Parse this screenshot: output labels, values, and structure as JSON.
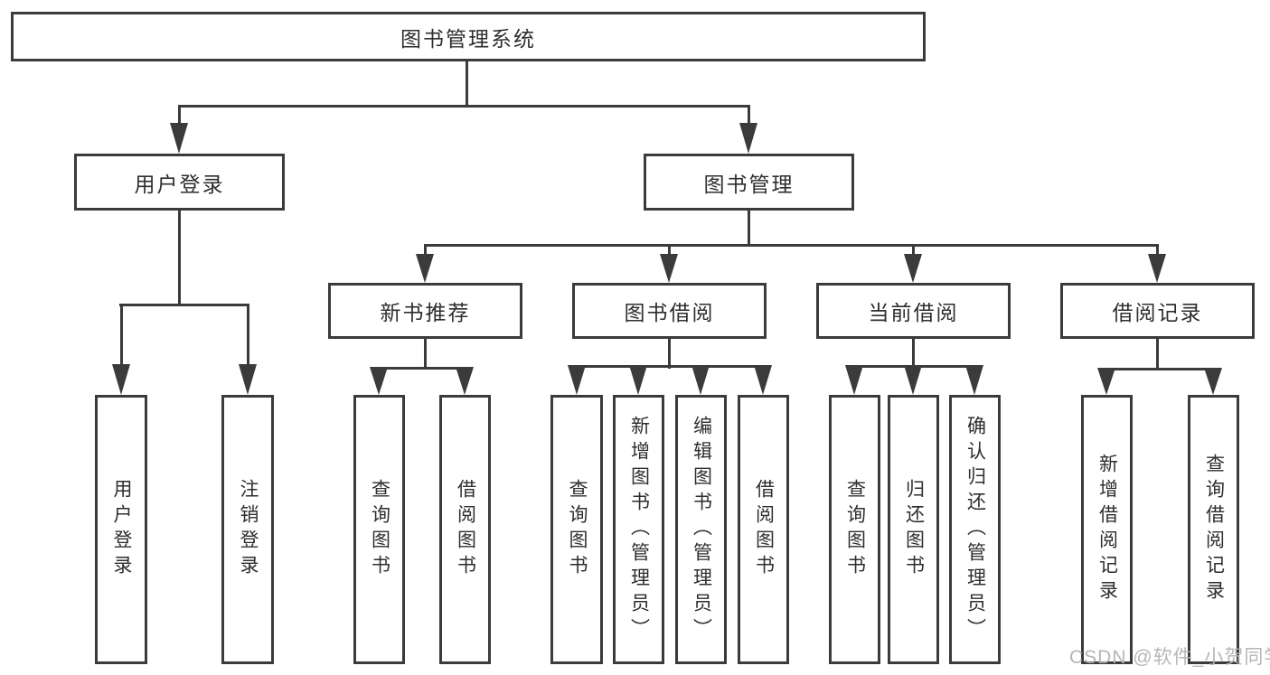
{
  "nodes": {
    "root": "图书管理系统",
    "user_login": "用户登录",
    "book_management": "图书管理",
    "new_book_recommend": "新书推荐",
    "book_borrow": "图书借阅",
    "current_borrow": "当前借阅",
    "borrow_records": "借阅记录",
    "leaf_user_login": "用户登录",
    "leaf_logout": "注销登录",
    "leaf_query_books_1": "查询图书",
    "leaf_borrow_books_1": "借阅图书",
    "leaf_query_books_2": "查询图书",
    "leaf_add_books_admin": "新增图书（管理员）",
    "leaf_edit_books_admin": "编辑图书（管理员）",
    "leaf_borrow_books_2": "借阅图书",
    "leaf_query_books_3": "查询图书",
    "leaf_return_books": "归还图书",
    "leaf_confirm_return_admin": "确认归还（管理员）",
    "leaf_add_borrow_record": "新增借阅记录",
    "leaf_query_borrow_record": "查询借阅记录"
  },
  "hierarchy": {
    "图书管理系统": {
      "用户登录": [
        "用户登录",
        "注销登录"
      ],
      "图书管理": {
        "新书推荐": [
          "查询图书",
          "借阅图书"
        ],
        "图书借阅": [
          "查询图书",
          "新增图书（管理员）",
          "编辑图书（管理员）",
          "借阅图书"
        ],
        "当前借阅": [
          "查询图书",
          "归还图书",
          "确认归还（管理员）"
        ],
        "借阅记录": [
          "新增借阅记录",
          "查询借阅记录"
        ]
      }
    }
  },
  "watermark": {
    "text": "CSDN @软件_小贺同学"
  },
  "colors": {
    "line": "#3b3b3b",
    "text": "#2e2e2e",
    "box_fill": "#ffffff",
    "background": "#ffffff",
    "watermark": "#b2b2b2"
  }
}
